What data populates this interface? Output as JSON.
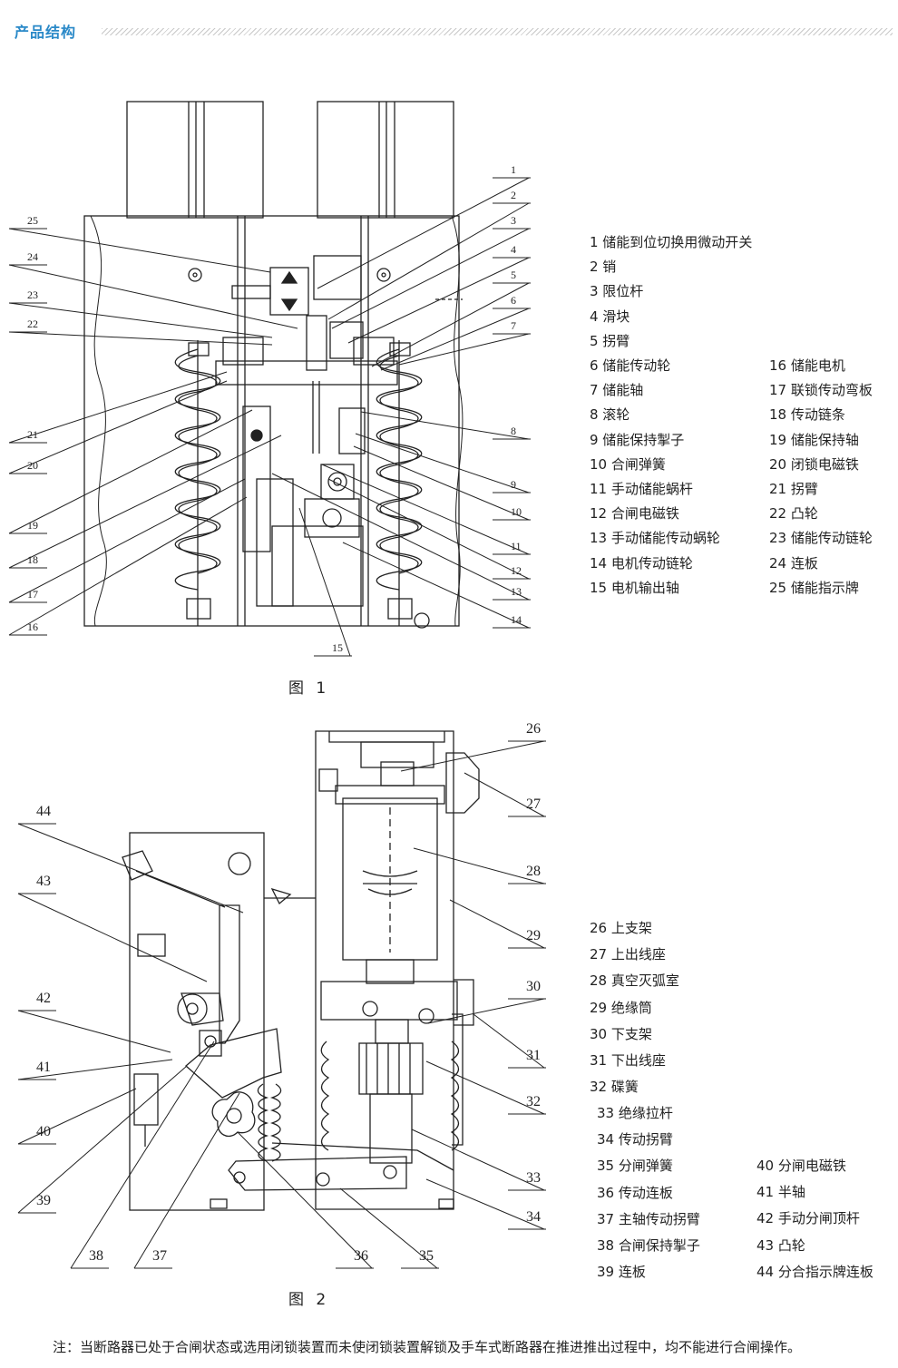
{
  "header": {
    "title": "产品结构"
  },
  "figure1": {
    "caption": "图 1",
    "callouts": [
      "1",
      "2",
      "3",
      "4",
      "5",
      "6",
      "7",
      "8",
      "9",
      "10",
      "11",
      "12",
      "13",
      "14",
      "15",
      "16",
      "17",
      "18",
      "19",
      "20",
      "21",
      "22",
      "23",
      "24",
      "25"
    ],
    "legend": [
      "1 储能到位切换用微动开关",
      "2 销",
      "3 限位杆",
      "4 滑块",
      "5 拐臂",
      "6 储能传动轮",
      "7 储能轴",
      "8 滚轮",
      "9 储能保持掣子",
      "10 合闸弹簧",
      "11 手动储能蜗杆",
      "12 合闸电磁铁",
      "13 手动储能传动蜗轮",
      "14 电机传动链轮",
      "15 电机输出轴",
      "16 储能电机",
      "17 联锁传动弯板",
      "18 传动链条",
      "19 储能保持轴",
      "20 闭锁电磁铁",
      "21 拐臂",
      "22 凸轮",
      "23 储能传动链轮",
      "24 连板",
      "25 储能指示牌"
    ]
  },
  "figure2": {
    "caption": "图 2",
    "callouts": [
      "26",
      "27",
      "28",
      "29",
      "30",
      "31",
      "32",
      "33",
      "34",
      "35",
      "36",
      "37",
      "38",
      "39",
      "40",
      "41",
      "42",
      "43",
      "44"
    ],
    "legend": [
      "26 上支架",
      "27 上出线座",
      "28 真空灭弧室",
      "29 绝缘筒",
      "30 下支架",
      "31 下出线座",
      "32 碟簧",
      "33 绝缘拉杆",
      "34 传动拐臂",
      "35 分闸弹簧",
      "36 传动连板",
      "37 主轴传动拐臂",
      "38 合闸保持掣子",
      "39 连板",
      "40 分闸电磁铁",
      "41 半轴",
      "42 手动分闸顶杆",
      "43 凸轮",
      "44 分合指示牌连板"
    ]
  },
  "note": "注：当断路器已处于合闸状态或选用闭锁装置而未使闭锁装置解锁及手车式断路器在推进推出过程中，均不能进行合闸操作。"
}
